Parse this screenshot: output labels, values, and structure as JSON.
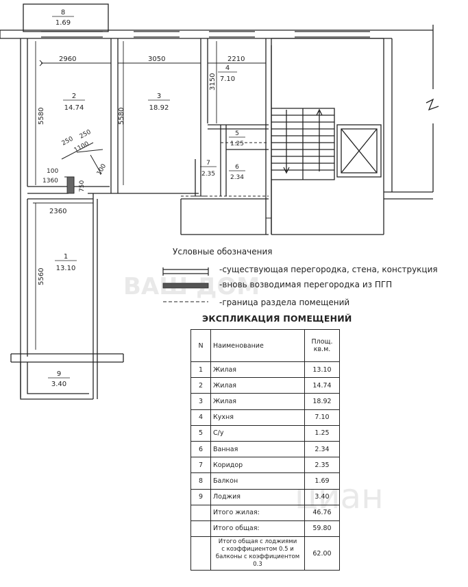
{
  "dimensions": {
    "d2960": "2960",
    "d3050": "3050",
    "d2210": "2210",
    "d3150": "3150",
    "d5580a": "5580",
    "d5580b": "5580",
    "d250a": "250",
    "d250b": "250",
    "d1100": "1100",
    "d100a": "100",
    "d100b": "100",
    "d1360": "1360",
    "d750": "750",
    "d2360": "2360",
    "d5560": "5560"
  },
  "rooms": [
    {
      "num": "8",
      "area": "1.69"
    },
    {
      "num": "2",
      "area": "14.74"
    },
    {
      "num": "3",
      "area": "18.92"
    },
    {
      "num": "4",
      "area": "7.10"
    },
    {
      "num": "5",
      "area": "1.25"
    },
    {
      "num": "6",
      "area": "2.34"
    },
    {
      "num": "7",
      "area": "2.35"
    },
    {
      "num": "1",
      "area": "13.10"
    },
    {
      "num": "9",
      "area": "3.40"
    }
  ],
  "legend": {
    "title": "Условные обозначения",
    "existing": "-существующая перегородка, стена, конструкция",
    "new": "-вновь возводимая перегородка из ПГП",
    "boundary": "-граница раздела помещений"
  },
  "explication": {
    "title": "ЭКСПЛИКАЦИЯ ПОМЕЩЕНИЙ",
    "head_n": "N",
    "head_name": "Наименование",
    "head_area_1": "Площ.",
    "head_area_2": "кв.м.",
    "rows": [
      {
        "n": "1",
        "name": "Жилая",
        "area": "13.10"
      },
      {
        "n": "2",
        "name": "Жилая",
        "area": "14.74"
      },
      {
        "n": "3",
        "name": "Жилая",
        "area": "18.92"
      },
      {
        "n": "4",
        "name": "Кухня",
        "area": "7.10"
      },
      {
        "n": "5",
        "name": "С/у",
        "area": "1.25"
      },
      {
        "n": "6",
        "name": "Ванная",
        "area": "2.34"
      },
      {
        "n": "7",
        "name": "Коридор",
        "area": "2.35"
      },
      {
        "n": "8",
        "name": "Балкон",
        "area": "1.69"
      },
      {
        "n": "9",
        "name": "Лоджия",
        "area": "3.40"
      }
    ],
    "total_living_label": "Итого жилая:",
    "total_living": "46.76",
    "total_label": "Итого общая:",
    "total": "59.80",
    "total_coef_1": "Итого общая с лоджиями",
    "total_coef_2": "с коэффициентом 0.5 и",
    "total_coef_3": "балконы с коэффициентом 0.3",
    "total_coef": "62.00"
  },
  "watermarks": {
    "left": "ВАШ ДОМ",
    "right": "циан"
  }
}
